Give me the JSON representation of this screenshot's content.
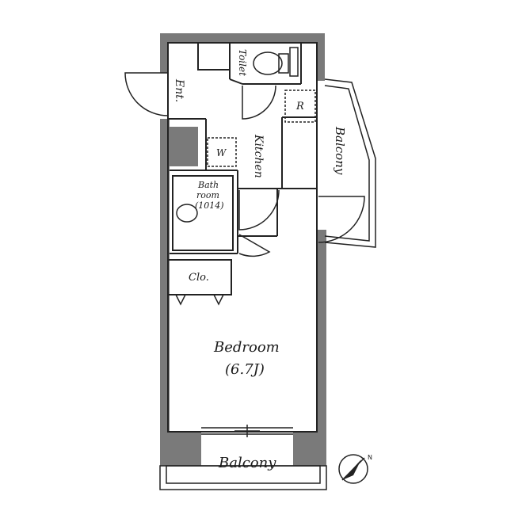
{
  "rooms": {
    "toilet": "Toilet",
    "entrance": "Ent.",
    "fridge": "R",
    "washer": "W",
    "kitchen": "Kitchen",
    "balcony_east": "Balcony",
    "bath_line1": "Bath",
    "bath_line2": "room",
    "bath_size": "(1014)",
    "closet": "Clo.",
    "bedroom": "Bedroom",
    "bedroom_size": "(6.7J)",
    "balcony_south": "Balcony"
  },
  "compass": {
    "north_label": "N"
  },
  "colors": {
    "wall": "#7a7a7a",
    "line": "#222222",
    "background": "#ffffff"
  }
}
